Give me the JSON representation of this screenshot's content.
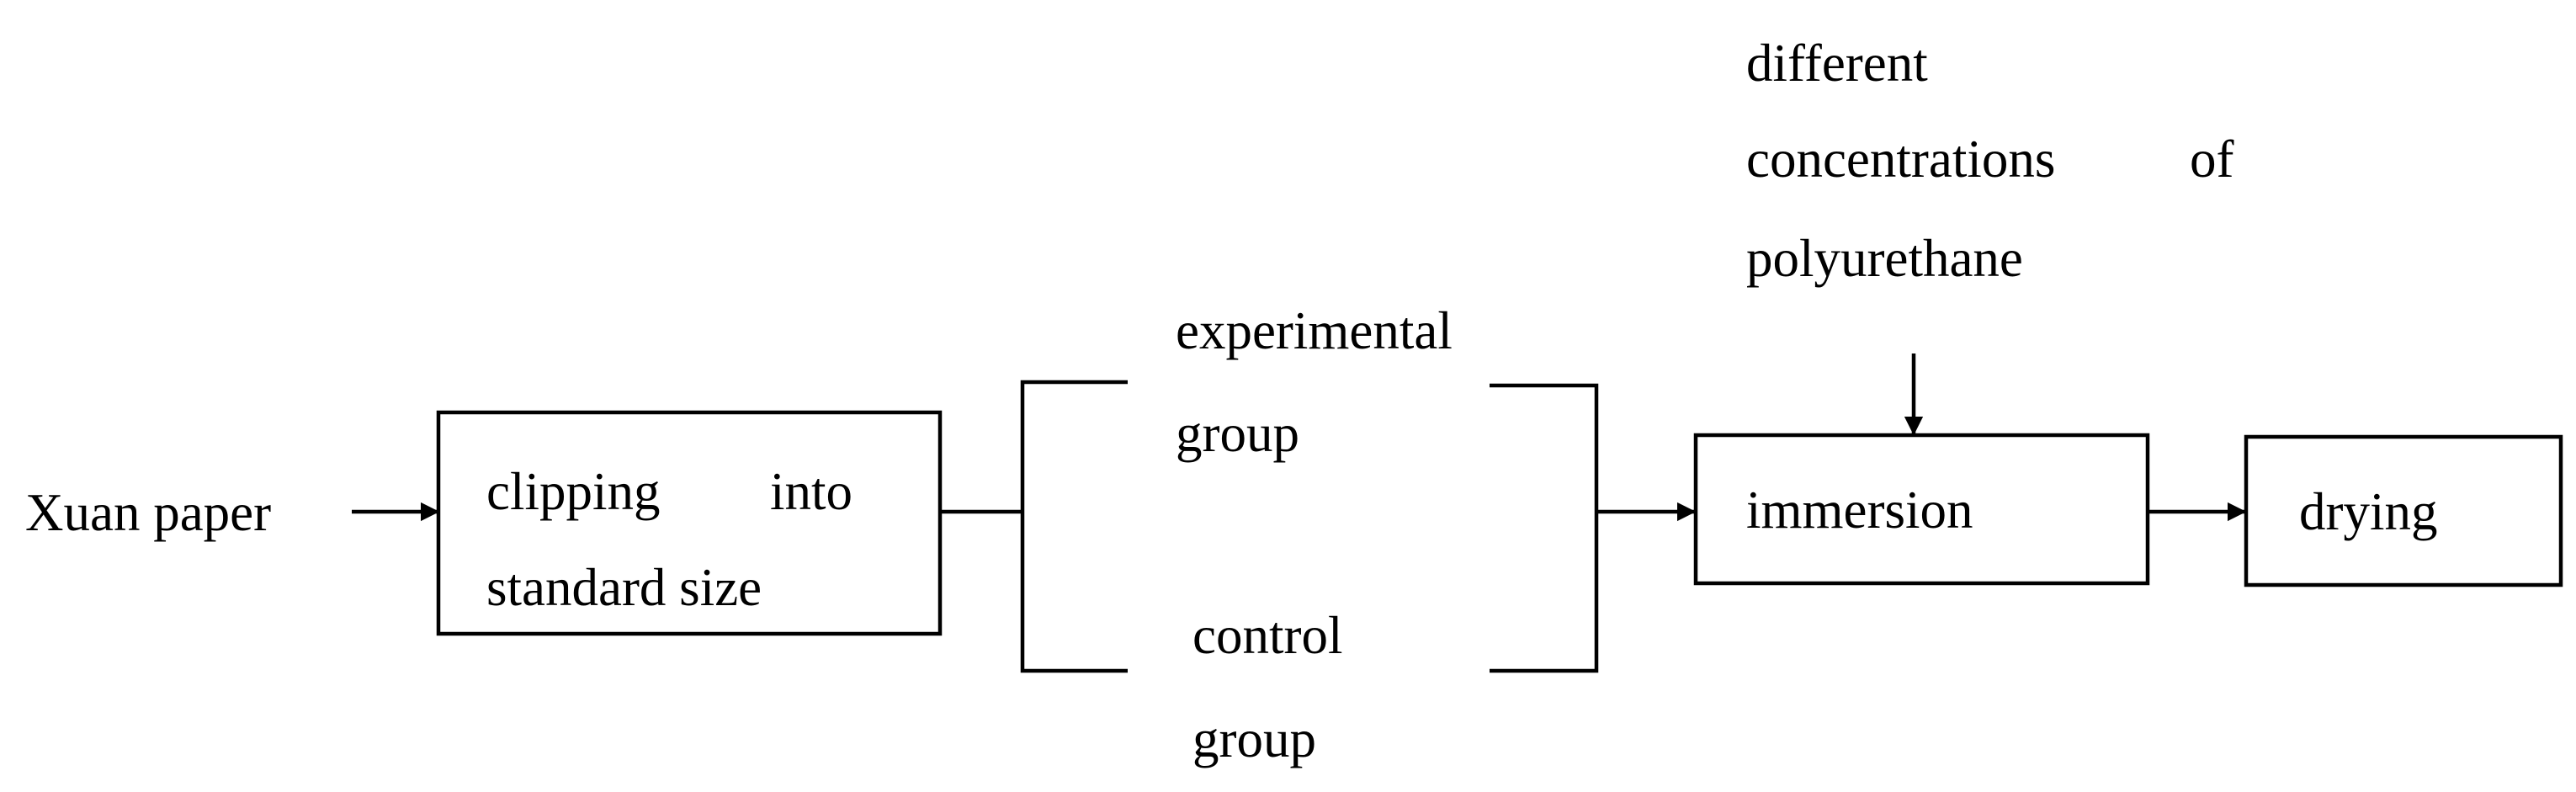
{
  "diagram": {
    "input_label": "Xuan paper",
    "clip_box": {
      "line1": [
        "clipping",
        "into"
      ],
      "line2": "standard size"
    },
    "experimental_group": {
      "line1": "experimental",
      "line2": "group"
    },
    "control_group": {
      "line1": "control",
      "line2": "group"
    },
    "additive": {
      "line1": "different",
      "line2": [
        "concentrations",
        "of"
      ],
      "line3": "polyurethane"
    },
    "immersion_box": "immersion",
    "drying_box": "drying"
  }
}
